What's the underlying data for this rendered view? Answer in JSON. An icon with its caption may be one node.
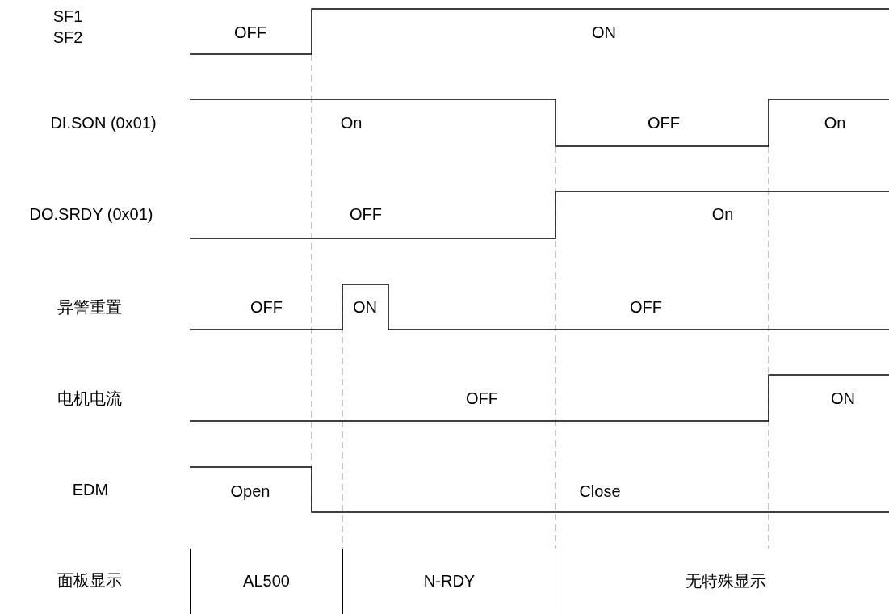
{
  "diagram": {
    "nodes": [
      {
        "text": [
          "AL500"
        ]
      },
      {
        "text": [
          "N-RDY"
        ]
      },
      {
        "text": [
          "无特殊显示"
        ]
      }
    ],
    "labels": [
      "SF1",
      "SF2",
      "OFF",
      "ON",
      "DI.SON (0x01)",
      "On",
      "OFF",
      "On",
      "DO.SRDY (0x01)",
      "OFF",
      "On",
      "异警重置",
      "OFF",
      "ON",
      "OFF",
      "电机电流",
      "OFF",
      "ON",
      "EDM",
      "Open",
      "Close",
      "面板显示"
    ]
  }
}
